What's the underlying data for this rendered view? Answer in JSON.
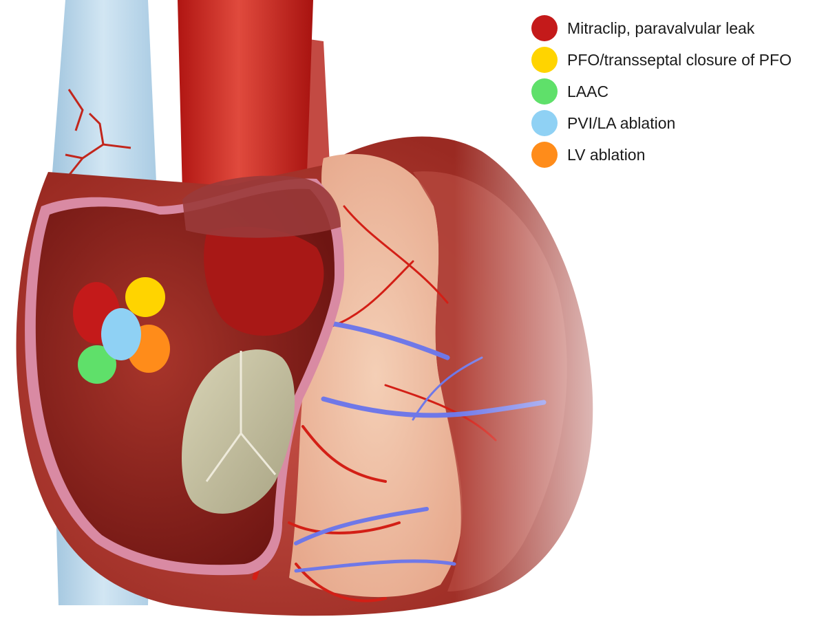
{
  "legend": {
    "items": [
      {
        "id": "mitraclip",
        "label": "Mitraclip, paravalvular leak",
        "color": "#c41a1a"
      },
      {
        "id": "pfo",
        "label": "PFO/transseptal closure of PFO",
        "color": "#ffd400"
      },
      {
        "id": "laac",
        "label": "LAAC",
        "color": "#5fe06a"
      },
      {
        "id": "pvi",
        "label": "PVI/LA ablation",
        "color": "#8fd1f4"
      },
      {
        "id": "lv",
        "label": "LV ablation",
        "color": "#ff8c1a"
      }
    ]
  },
  "colors": {
    "myocardium": "#b23a2e",
    "chamber_interior": "#8a1f1a",
    "wall_stripe": "#d98aa3",
    "aorta": "#c8201e",
    "svc": "#b9d6ea",
    "coronary_artery": "#d31f16",
    "coronary_vein": "#6f78e8",
    "fat_pad": "#f1c3a4",
    "valve": "#c9c4a2"
  },
  "icons": {
    "heart": "heart-anatomy-illustration"
  }
}
